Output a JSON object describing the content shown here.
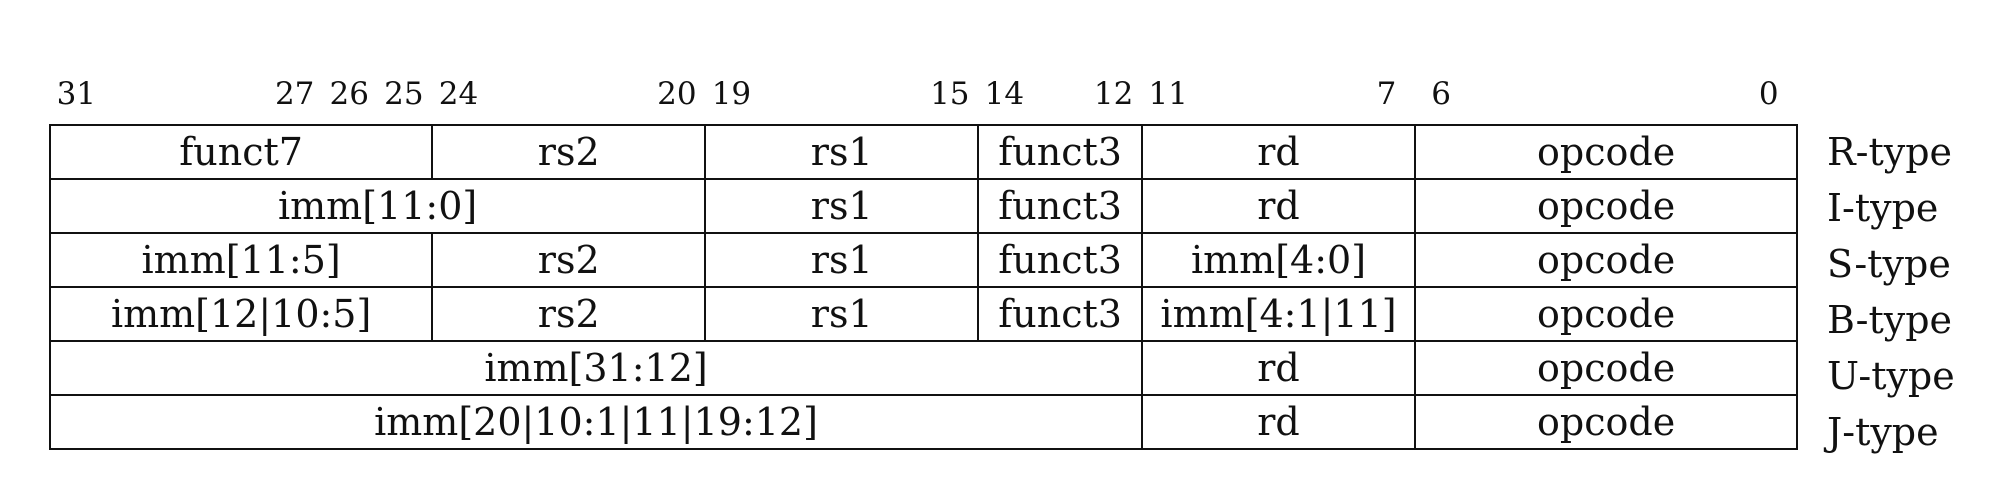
{
  "bit_labels": [
    "31",
    "27",
    "26",
    "25",
    "24",
    "20",
    "19",
    "15",
    "14",
    "12",
    "11",
    "7",
    "6",
    "0"
  ],
  "formats": [
    {
      "type": "R-type",
      "fields": [
        {
          "label": "funct7",
          "span": 7
        },
        {
          "label": "rs2",
          "span": 5
        },
        {
          "label": "rs1",
          "span": 5
        },
        {
          "label": "funct3",
          "span": 3
        },
        {
          "label": "rd",
          "span": 5
        },
        {
          "label": "opcode",
          "span": 7
        }
      ]
    },
    {
      "type": "I-type",
      "fields": [
        {
          "label": "imm[11:0]",
          "span": 12
        },
        {
          "label": "rs1",
          "span": 5
        },
        {
          "label": "funct3",
          "span": 3
        },
        {
          "label": "rd",
          "span": 5
        },
        {
          "label": "opcode",
          "span": 7
        }
      ]
    },
    {
      "type": "S-type",
      "fields": [
        {
          "label": "imm[11:5]",
          "span": 7
        },
        {
          "label": "rs2",
          "span": 5
        },
        {
          "label": "rs1",
          "span": 5
        },
        {
          "label": "funct3",
          "span": 3
        },
        {
          "label": "imm[4:0]",
          "span": 5
        },
        {
          "label": "opcode",
          "span": 7
        }
      ]
    },
    {
      "type": "B-type",
      "fields": [
        {
          "label": "imm[12|10:5]",
          "span": 7
        },
        {
          "label": "rs2",
          "span": 5
        },
        {
          "label": "rs1",
          "span": 5
        },
        {
          "label": "funct3",
          "span": 3
        },
        {
          "label": "imm[4:1|11]",
          "span": 5
        },
        {
          "label": "opcode",
          "span": 7
        }
      ]
    },
    {
      "type": "U-type",
      "fields": [
        {
          "label": "imm[31:12]",
          "span": 20
        },
        {
          "label": "rd",
          "span": 5
        },
        {
          "label": "opcode",
          "span": 7
        }
      ]
    },
    {
      "type": "J-type",
      "fields": [
        {
          "label": "imm[20|10:1|11|19:12]",
          "span": 20
        },
        {
          "label": "rd",
          "span": 5
        },
        {
          "label": "opcode",
          "span": 7
        }
      ]
    }
  ]
}
